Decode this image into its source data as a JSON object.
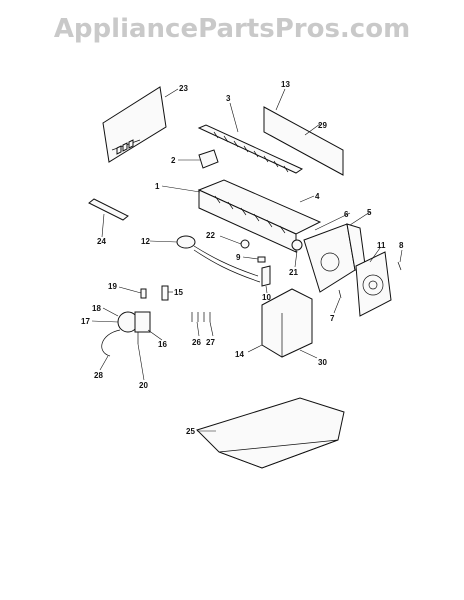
{
  "watermark": "AppliancePartsPros.com",
  "callouts": [
    "1",
    "2",
    "3",
    "4",
    "5",
    "6",
    "7",
    "8",
    "9",
    "10",
    "11",
    "12",
    "13",
    "14",
    "15",
    "16",
    "17",
    "18",
    "19",
    "20",
    "21",
    "22",
    "23",
    "24",
    "25",
    "26",
    "27",
    "28",
    "29",
    "30"
  ]
}
